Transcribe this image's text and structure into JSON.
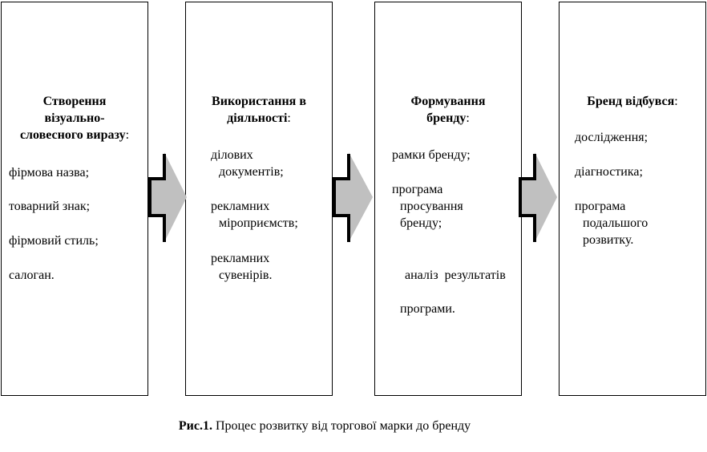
{
  "boxes": [
    {
      "title_line1": "Створення",
      "title_line2": "візуально-",
      "title_line3": "словесного виразу",
      "title_suffix": ":",
      "items": [
        "фірмова назва;",
        "товарний знак;",
        "фірмовий стиль;",
        "салоган."
      ]
    },
    {
      "title_line1": "Використання в",
      "title_line2": "діяльності",
      "title_suffix": ":",
      "items": [
        {
          "l1": "ділових",
          "l2": "документів;"
        },
        {
          "l1": "рекламних",
          "l2": "міроприємств;"
        },
        {
          "l1": "рекламних",
          "l2": "сувенірів."
        }
      ]
    },
    {
      "title_line1": "Формування",
      "title_line2": "бренду",
      "title_suffix": ":",
      "items": [
        {
          "l1": "рамки бренду;"
        },
        {
          "l1": "програма",
          "l2": "просування",
          "l3": "бренду;"
        },
        {
          "l1": "аналіз  результатів",
          "l2": "програми."
        }
      ]
    },
    {
      "title_line1": "Бренд відбувся",
      "title_suffix": ":",
      "items": [
        {
          "l1": "дослідження;"
        },
        {
          "l1": "діагностика;"
        },
        {
          "l1": "програма",
          "l2": "подальшого",
          "l3": "розвитку."
        }
      ]
    }
  ],
  "caption": {
    "label": "Рис.1.",
    "text": " Процес розвитку від торгової марки до бренду"
  },
  "colors": {
    "arrow_fill": "#c0c0c0",
    "arrow_shadow": "#000000",
    "border": "#000000"
  }
}
